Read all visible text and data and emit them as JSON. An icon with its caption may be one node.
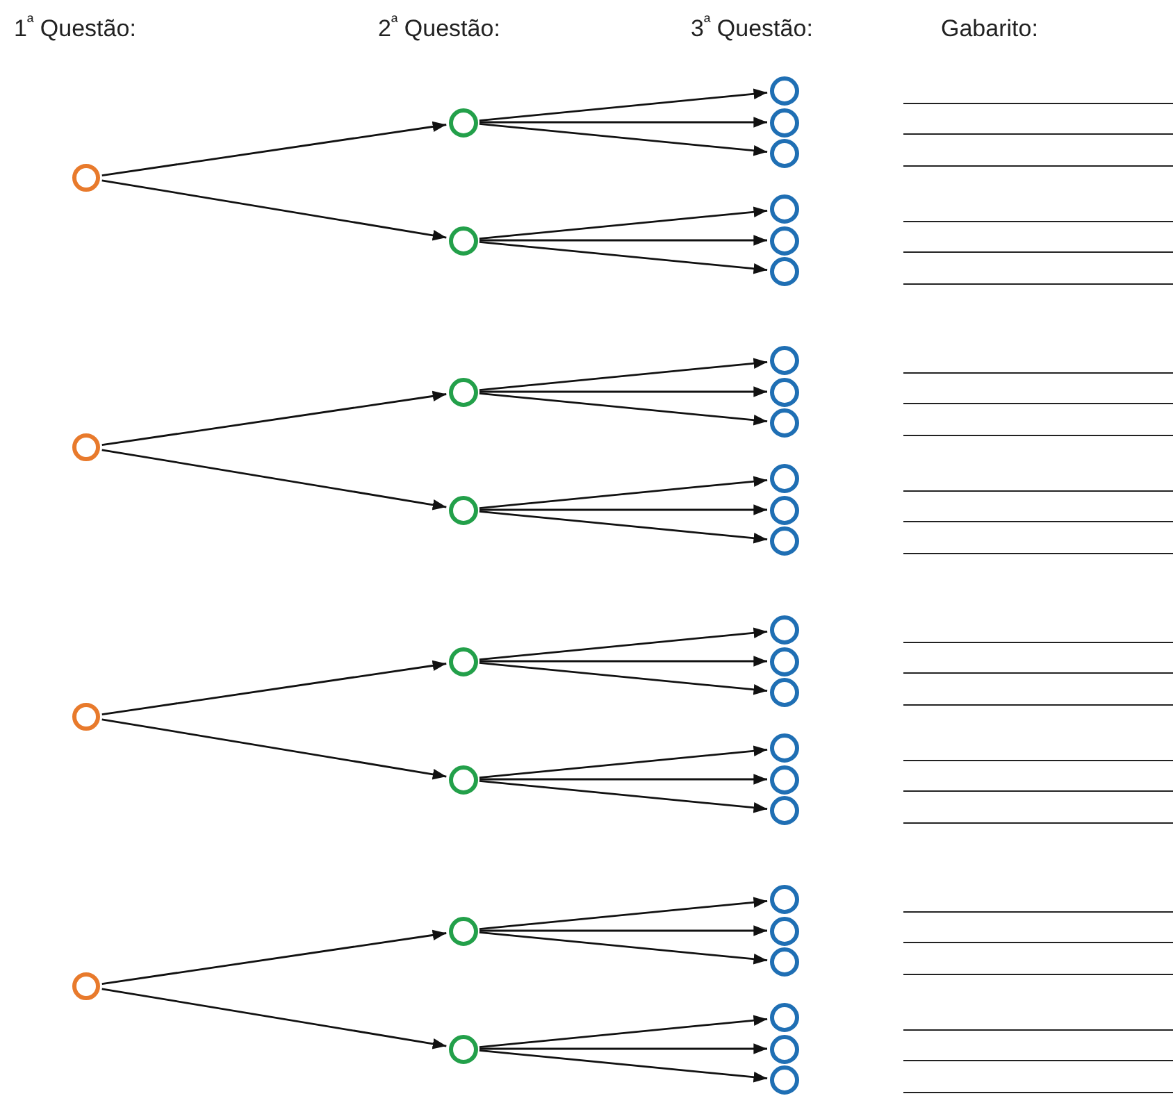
{
  "diagram": {
    "nodes": [
      {
        "text": [],
        "shape": "circle"
      },
      {
        "text": [],
        "shape": "circle"
      },
      {
        "text": [],
        "shape": "circle"
      },
      {
        "text": [],
        "shape": "circle"
      },
      {
        "text": [],
        "shape": "circle"
      },
      {
        "text": [],
        "shape": "circle"
      },
      {
        "text": [],
        "shape": "circle"
      },
      {
        "text": [],
        "shape": "circle"
      },
      {
        "text": [],
        "shape": "circle"
      },
      {
        "text": [],
        "shape": "circle"
      },
      {
        "text": [],
        "shape": "circle"
      },
      {
        "text": [],
        "shape": "circle"
      },
      {
        "text": [],
        "shape": "circle"
      },
      {
        "text": [],
        "shape": "circle"
      },
      {
        "text": [],
        "shape": "circle"
      },
      {
        "text": [],
        "shape": "circle"
      },
      {
        "text": [],
        "shape": "circle"
      },
      {
        "text": [],
        "shape": "circle"
      },
      {
        "text": [],
        "shape": "circle"
      },
      {
        "text": [],
        "shape": "circle"
      },
      {
        "text": [],
        "shape": "circle"
      },
      {
        "text": [],
        "shape": "circle"
      },
      {
        "text": [],
        "shape": "circle"
      },
      {
        "text": [],
        "shape": "circle"
      },
      {
        "text": [],
        "shape": "circle"
      },
      {
        "text": [],
        "shape": "circle"
      },
      {
        "text": [],
        "shape": "circle"
      },
      {
        "text": [],
        "shape": "circle"
      },
      {
        "text": [],
        "shape": "circle"
      },
      {
        "text": [],
        "shape": "circle"
      },
      {
        "text": [],
        "shape": "circle"
      },
      {
        "text": [],
        "shape": "circle"
      },
      {
        "text": [],
        "shape": "circle"
      },
      {
        "text": [],
        "shape": "circle"
      },
      {
        "text": [],
        "shape": "circle"
      },
      {
        "text": [],
        "shape": "circle"
      }
    ],
    "edges": [
      {
        "from": 0,
        "to": 4,
        "arrow": "to"
      },
      {
        "from": 0,
        "to": 5,
        "arrow": "to"
      },
      {
        "from": 1,
        "to": 6,
        "arrow": "to"
      },
      {
        "from": 1,
        "to": 7,
        "arrow": "to"
      },
      {
        "from": 2,
        "to": 8,
        "arrow": "to"
      },
      {
        "from": 2,
        "to": 9,
        "arrow": "to"
      },
      {
        "from": 3,
        "to": 10,
        "arrow": "to"
      },
      {
        "from": 3,
        "to": 11,
        "arrow": "to"
      },
      {
        "from": 4,
        "to": 12,
        "arrow": "to"
      },
      {
        "from": 4,
        "to": 13,
        "arrow": "to"
      },
      {
        "from": 4,
        "to": 14,
        "arrow": "to"
      },
      {
        "from": 5,
        "to": 15,
        "arrow": "to"
      },
      {
        "from": 5,
        "to": 16,
        "arrow": "to"
      },
      {
        "from": 5,
        "to": 17,
        "arrow": "to"
      },
      {
        "from": 6,
        "to": 18,
        "arrow": "to"
      },
      {
        "from": 6,
        "to": 19,
        "arrow": "to"
      },
      {
        "from": 6,
        "to": 20,
        "arrow": "to"
      },
      {
        "from": 7,
        "to": 21,
        "arrow": "to"
      },
      {
        "from": 7,
        "to": 22,
        "arrow": "to"
      },
      {
        "from": 7,
        "to": 23,
        "arrow": "to"
      },
      {
        "from": 8,
        "to": 24,
        "arrow": "to"
      },
      {
        "from": 8,
        "to": 25,
        "arrow": "to"
      },
      {
        "from": 8,
        "to": 26,
        "arrow": "to"
      },
      {
        "from": 9,
        "to": 27,
        "arrow": "to"
      },
      {
        "from": 9,
        "to": 28,
        "arrow": "to"
      },
      {
        "from": 9,
        "to": 29,
        "arrow": "to"
      },
      {
        "from": 10,
        "to": 30,
        "arrow": "to"
      },
      {
        "from": 10,
        "to": 31,
        "arrow": "to"
      },
      {
        "from": 10,
        "to": 32,
        "arrow": "to"
      },
      {
        "from": 11,
        "to": 33,
        "arrow": "to"
      },
      {
        "from": 11,
        "to": 34,
        "arrow": "to"
      },
      {
        "from": 11,
        "to": 35,
        "arrow": "to"
      }
    ],
    "labels": [
      "1$^{ª}$ Questão:",
      "2$^{ª}$ Questão:",
      "3$^{ª}$ Questão:",
      "Gabarito:"
    ]
  }
}
